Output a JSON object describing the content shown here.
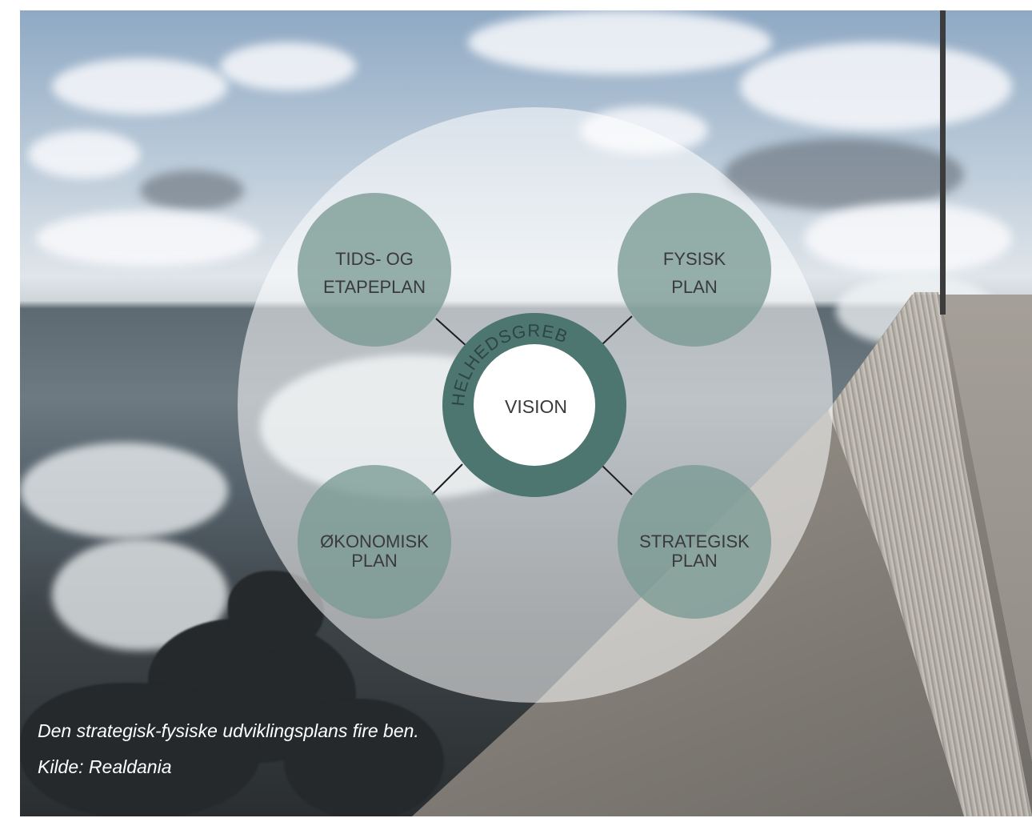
{
  "diagram": {
    "center_label": "VISION",
    "ring_label": "HELHEDSGREB",
    "nodes": {
      "top_left": {
        "line1": "TIDS- OG",
        "line2": "ETAPEPLAN"
      },
      "top_right": {
        "line1": "FYSISK",
        "line2": "PLAN"
      },
      "bottom_left": {
        "line1": "ØKONOMISK",
        "line2": "PLAN"
      },
      "bottom_right": {
        "line1": "STRATEGISK",
        "line2": "PLAN"
      }
    },
    "colors": {
      "node_fill": "#7a9a94",
      "ring_fill": "#4e7671",
      "center_fill": "#ffffff",
      "connector": "#1e1e1e"
    }
  },
  "caption": {
    "text": "Den strategisk-fysiske udviklingsplans fire ben.",
    "source": "Kilde: Realdania"
  }
}
